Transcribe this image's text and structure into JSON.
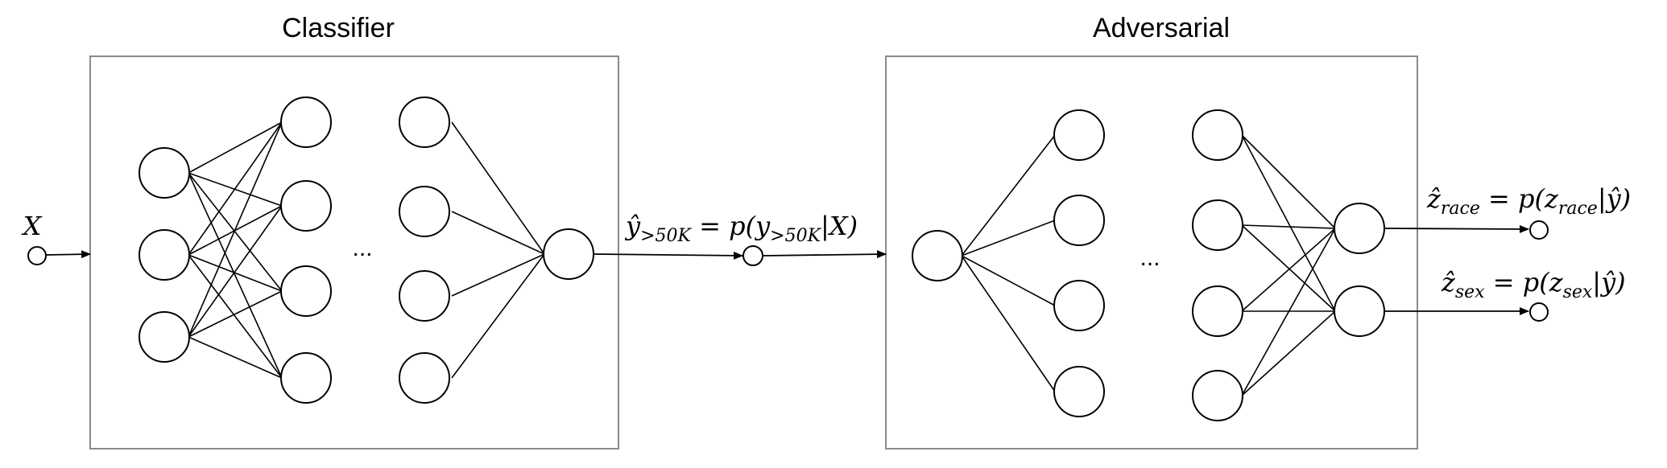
{
  "classifier": {
    "title": "Classifier",
    "ellipsis": "..."
  },
  "adversarial": {
    "title": "Adversarial",
    "ellipsis": "..."
  },
  "input": {
    "label": "X"
  },
  "classifier_output": {
    "lhs": "ŷ",
    "lhs_sub": ">50K",
    "eq": " = p(y",
    "rhs_sub": ">50K",
    "rhs_tail": "|X)"
  },
  "race_output": {
    "lhs": "ẑ",
    "lhs_sub": "race",
    "eq": " = p(z",
    "rhs_sub": "race",
    "rhs_tail": "|ŷ)"
  },
  "sex_output": {
    "lhs": "ẑ",
    "lhs_sub": "sex",
    "eq": " = p(z",
    "rhs_sub": "sex",
    "rhs_tail": "|ŷ)"
  }
}
